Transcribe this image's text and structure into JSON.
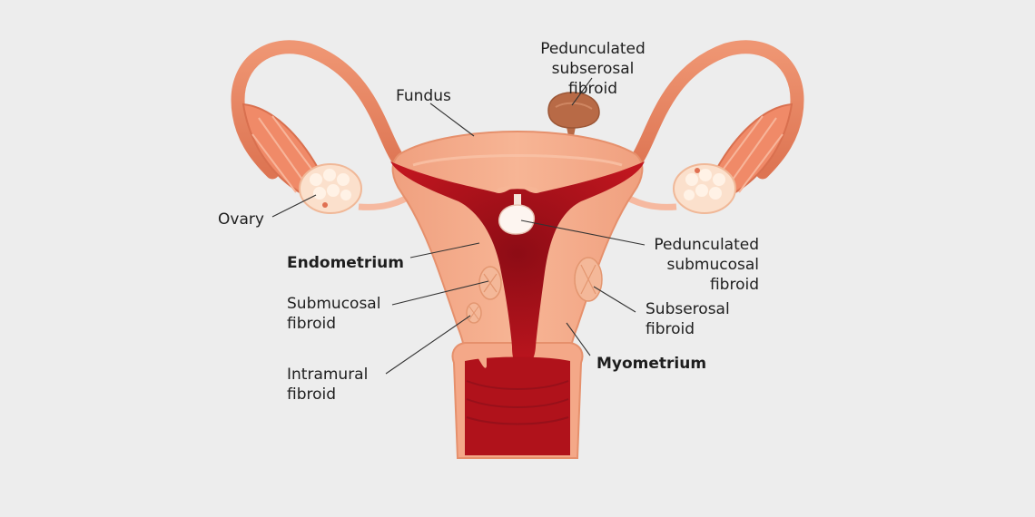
{
  "labels": {
    "pedunculated_subserosal": "Pedunculated\nsubserosal fibroid",
    "fundus": "Fundus",
    "ovary": "Ovary",
    "endometrium": "Endometrium",
    "submucosal": "Submucosal\nfibroid",
    "intramural": "Intramural\nfibroid",
    "pedunculated_submucosal": "Pedunculated\nsubmucosal\nfibroid",
    "subserosal": "Subserosal\nfibroid",
    "myometrium": "Myometrium"
  },
  "colors": {
    "background": "#ededed",
    "tissue": "#f4a888",
    "tissue_dark": "#e8906c",
    "tube": "#e98563",
    "cavity": "#b0121b",
    "cavity_dark": "#8c0c14",
    "ovary_follicle": "#fbe2cf",
    "fibroid": "#b86a46",
    "leader": "#333333"
  }
}
